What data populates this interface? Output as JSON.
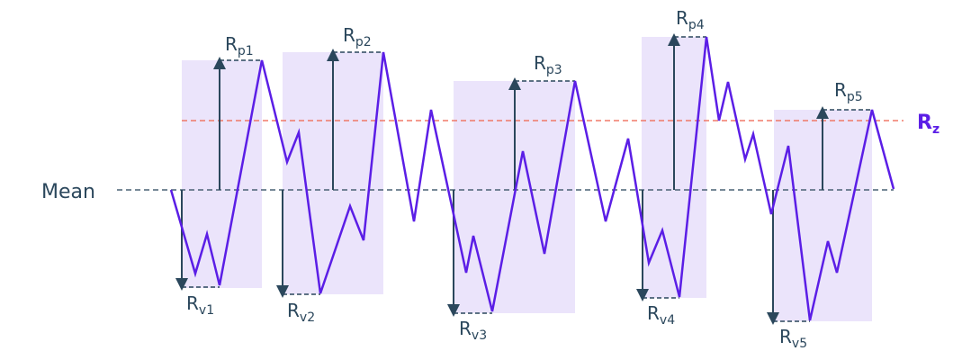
{
  "labels": {
    "mean": "Mean",
    "rz_main": "R",
    "rz_sub": "z",
    "peaks": [
      {
        "main": "R",
        "sub": "p1"
      },
      {
        "main": "R",
        "sub": "p2"
      },
      {
        "main": "R",
        "sub": "p3"
      },
      {
        "main": "R",
        "sub": "p4"
      },
      {
        "main": "R",
        "sub": "p5"
      }
    ],
    "valleys": [
      {
        "main": "R",
        "sub": "v1"
      },
      {
        "main": "R",
        "sub": "v2"
      },
      {
        "main": "R",
        "sub": "v3"
      },
      {
        "main": "R",
        "sub": "v4"
      },
      {
        "main": "R",
        "sub": "v5"
      }
    ]
  },
  "colors": {
    "profile": "#5b1ee6",
    "sampling_box": "#ebe4fb",
    "mean_line": "#4a6275",
    "rz_line": "#f07a68",
    "arrow": "#2b475c",
    "rz_label": "#5b1ee6"
  }
}
